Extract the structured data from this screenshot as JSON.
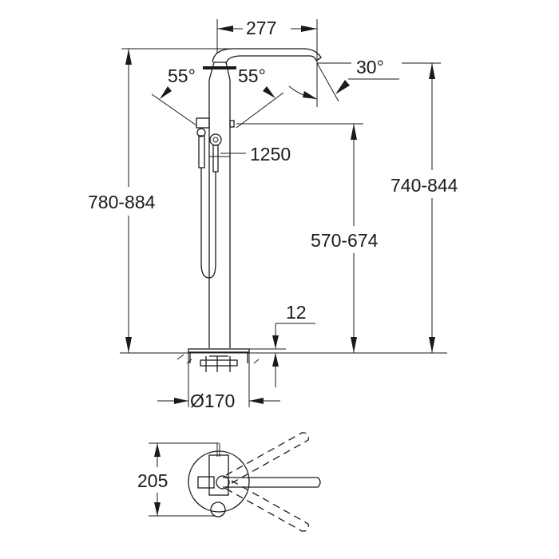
{
  "drawing": {
    "type": "technical dimension drawing",
    "subject": "freestanding bath/shower mixer",
    "colors": {
      "line": "#1a1a1a",
      "background": "#ffffff"
    },
    "dimensions": {
      "spout_reach": "277",
      "spout_angle": "30°",
      "handle_swing_left": "55°",
      "handle_swing_right": "55°",
      "hose_length": "1250",
      "total_height": "780-884",
      "spout_height": "740-844",
      "handle_height": "570-674",
      "floor_plate_offset": "12",
      "base_diameter": "Ø170",
      "plan_depth": "205"
    },
    "views": [
      "front elevation",
      "plan view"
    ]
  }
}
